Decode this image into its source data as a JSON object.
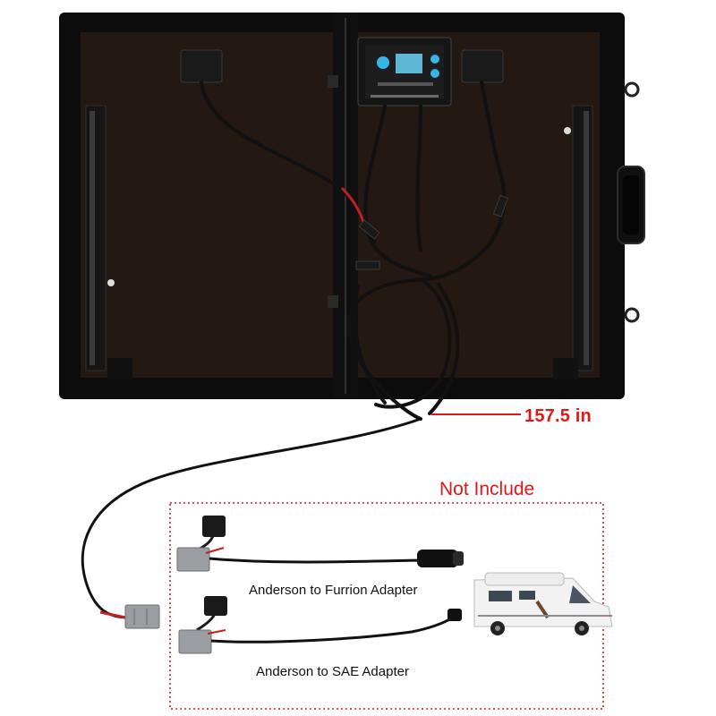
{
  "labels": {
    "cable_length": "157.5 in",
    "not_include": "Not Include",
    "adapter_furrion": "Anderson to Furrion Adapter",
    "adapter_sae": "Anderson to SAE Adapter"
  },
  "colors": {
    "callout_red": "#e01818",
    "panel_black": "#0c0c0c",
    "cell_brown": "#231812",
    "controller_blue": "#36b6e6",
    "connector_gray": "#9a9ea3"
  },
  "icons": {
    "controller": "solar-charge-controller-icon",
    "camper": "motorhome-icon"
  }
}
